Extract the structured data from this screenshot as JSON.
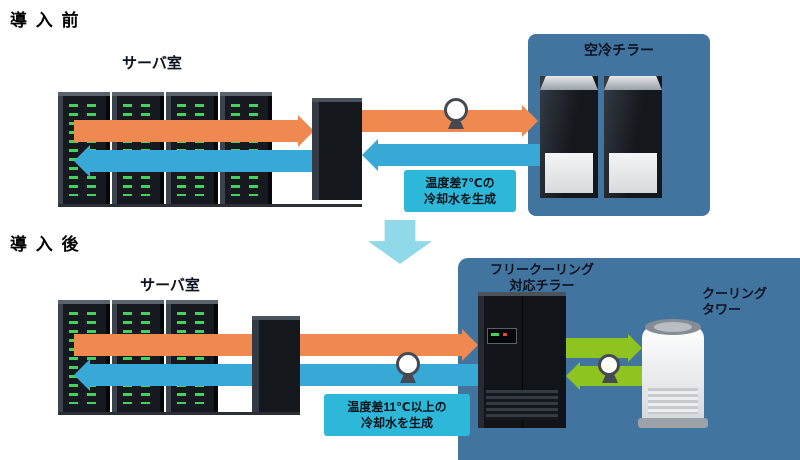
{
  "colors": {
    "hot_flow_arrow": "#ef8950",
    "cold_flow_arrow": "#38a9d6",
    "tower_flow_arrow": "#8fc31f",
    "note_background": "#2db7d8",
    "equipment_panel_background": "#41759f",
    "transition_arrow": "#90d9e9",
    "rack_led_green": "#43d35a"
  },
  "icons": {
    "pump": "pump-icon",
    "transition": "down-arrow-icon"
  },
  "before": {
    "title": "導 入 前",
    "server_room_label": "サーバ室",
    "chiller_label": "空冷チラー",
    "note": {
      "line1": "温度差7℃の",
      "line2": "冷却水を生成"
    }
  },
  "after": {
    "title": "導 入 後",
    "server_room_label": "サーバ室",
    "unit_label": {
      "line1": "フリークーリング",
      "line2": "対応チラー"
    },
    "tower_label": {
      "line1": "クーリング",
      "line2": "タワー"
    },
    "note": {
      "line1": "温度差11℃以上の",
      "line2": "冷却水を生成"
    }
  }
}
